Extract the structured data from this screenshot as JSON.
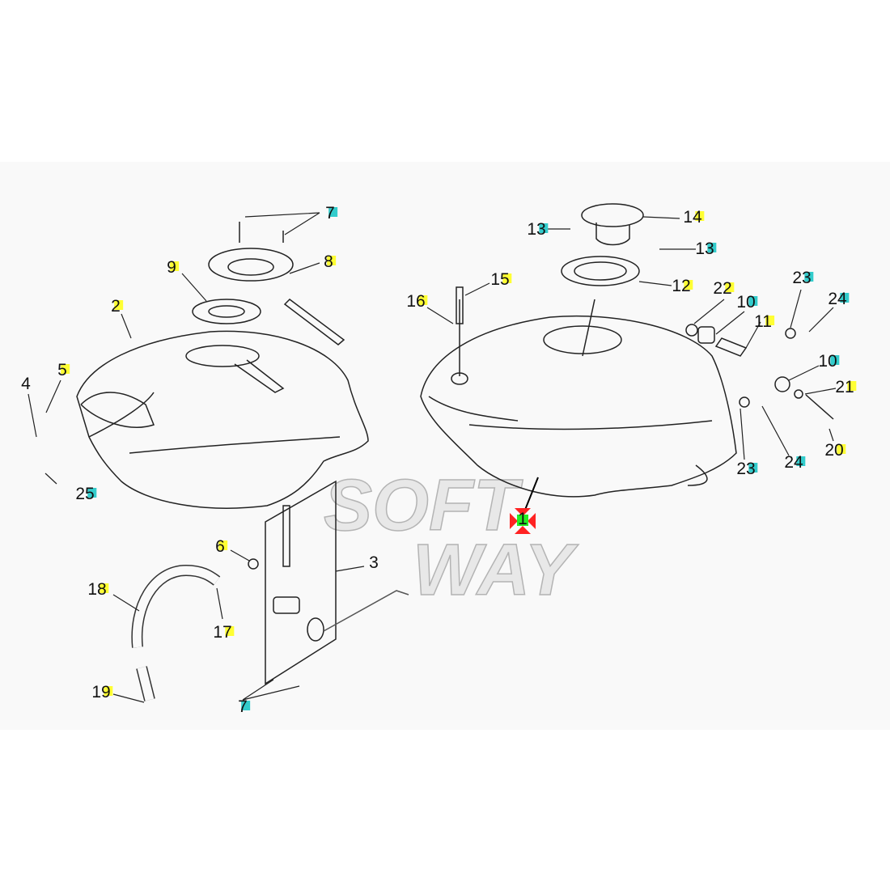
{
  "diagram": {
    "title": "Fuel tank exploded parts diagram",
    "watermark": [
      "SOFT",
      "WAY"
    ],
    "highlight_colors": {
      "yellow": "#ffff33",
      "cyan": "#33cccc",
      "selected": "#22ee22",
      "marker": "#ff2222"
    },
    "callouts": [
      {
        "text": "7",
        "hl": "cyan"
      },
      {
        "text": "8",
        "hl": "yellow"
      },
      {
        "text": "9",
        "hl": "yellow"
      },
      {
        "text": "2",
        "hl": "yellow"
      },
      {
        "text": "5",
        "hl": "yellow"
      },
      {
        "text": "4",
        "hl": "none"
      },
      {
        "text": "25",
        "hl": "cyan"
      },
      {
        "text": "6",
        "hl": "yellow"
      },
      {
        "text": "3",
        "hl": "none"
      },
      {
        "text": "18",
        "hl": "yellow"
      },
      {
        "text": "17",
        "hl": "yellow"
      },
      {
        "text": "19",
        "hl": "yellow"
      },
      {
        "text": "7",
        "hl": "cyan"
      },
      {
        "text": "16",
        "hl": "yellow"
      },
      {
        "text": "15",
        "hl": "yellow"
      },
      {
        "text": "13",
        "hl": "cyan"
      },
      {
        "text": "14",
        "hl": "yellow"
      },
      {
        "text": "13",
        "hl": "cyan"
      },
      {
        "text": "12",
        "hl": "yellow"
      },
      {
        "text": "22",
        "hl": "yellow"
      },
      {
        "text": "10",
        "hl": "cyan"
      },
      {
        "text": "11",
        "hl": "yellow"
      },
      {
        "text": "23",
        "hl": "cyan"
      },
      {
        "text": "24",
        "hl": "cyan"
      },
      {
        "text": "10",
        "hl": "cyan"
      },
      {
        "text": "21",
        "hl": "yellow"
      },
      {
        "text": "20",
        "hl": "yellow"
      },
      {
        "text": "24",
        "hl": "cyan"
      },
      {
        "text": "23",
        "hl": "cyan"
      }
    ],
    "selected_part": {
      "text": "1"
    }
  }
}
